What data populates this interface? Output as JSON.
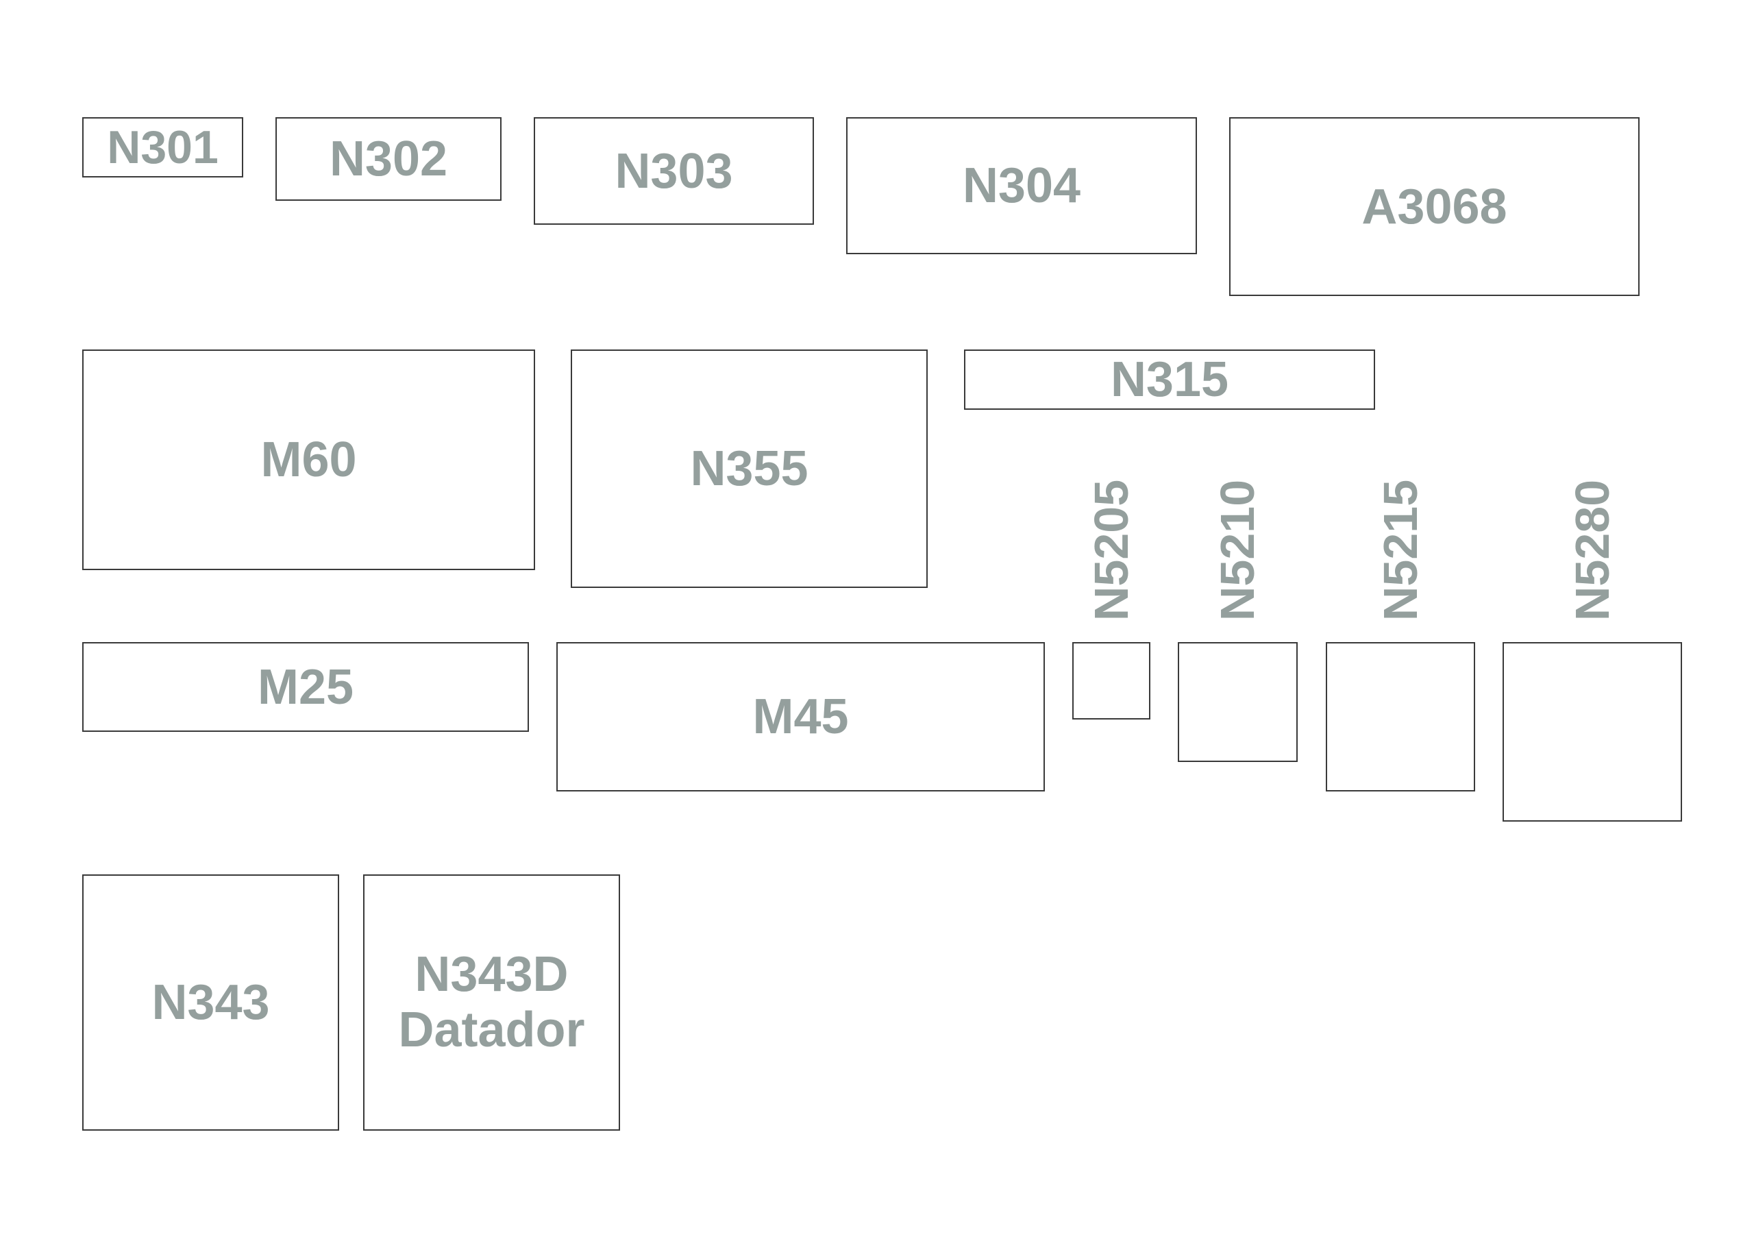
{
  "boxes": {
    "n301": "N301",
    "n302": "N302",
    "n303": "N303",
    "n304": "N304",
    "a3068": "A3068",
    "m60": "M60",
    "n355": "N355",
    "n315": "N315",
    "m25": "M25",
    "m45": "M45",
    "n343": "N343",
    "n343d_line1": "N343D",
    "n343d_line2": "Datador"
  },
  "vertical_labels": {
    "n5205": "N5205",
    "n5210": "N5210",
    "n5215": "N5215",
    "n5280": "N5280"
  },
  "colors": {
    "label": "#949f9d",
    "border": "#3a3a3a",
    "background": "#ffffff"
  }
}
